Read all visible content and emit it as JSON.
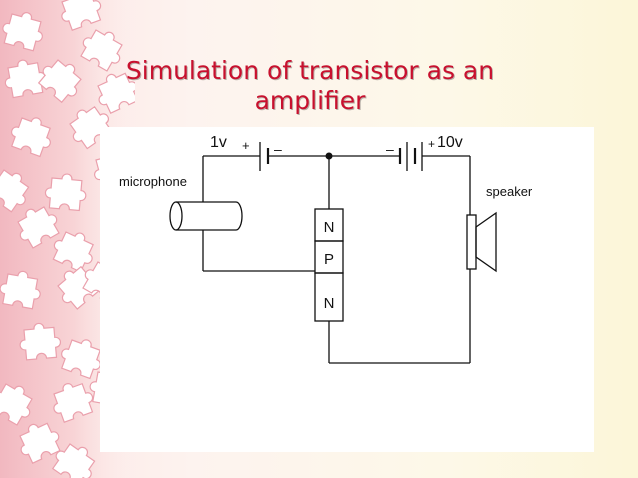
{
  "slide": {
    "title_line1": "Simulation of transistor as an",
    "title_line2": "amplifier"
  },
  "diagram": {
    "labels": {
      "microphone": "microphone",
      "speaker": "speaker",
      "battery1_voltage": "1v",
      "battery1_plus": "+",
      "battery1_minus": "–",
      "battery2_minus": "–",
      "battery2_plus": "+",
      "battery2_voltage": "10v"
    },
    "transistor_layers": [
      "N",
      "P",
      "N"
    ]
  },
  "colors": {
    "title": "#c8102e",
    "puzzle_pink": "#e8a0a8",
    "background_left": "#fce4e4",
    "background_right": "#fcf6d8"
  }
}
